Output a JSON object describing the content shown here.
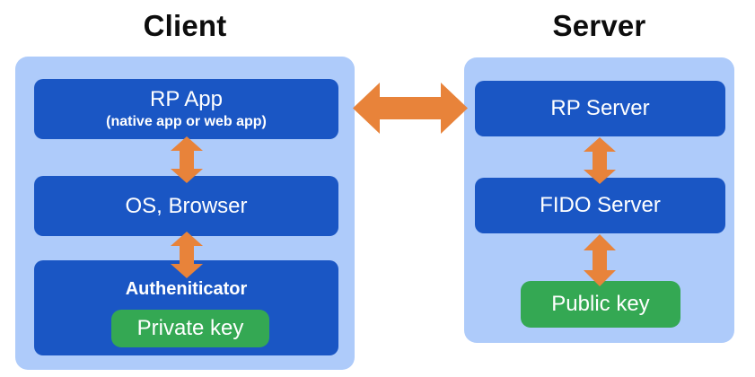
{
  "diagram": {
    "title_client": "Client",
    "title_server": "Server",
    "colors": {
      "panel": "#aecbfa",
      "box": "#1a56c4",
      "key_chip": "#34a853",
      "arrow": "#e8833a",
      "title_text": "#0d0d0d",
      "box_text": "#ffffff",
      "background": "#ffffff"
    }
  },
  "client": {
    "panel_label": "Client",
    "boxes": [
      {
        "title": "RP App",
        "subtitle": "(native app or web app)"
      },
      {
        "title": "OS, Browser",
        "subtitle": ""
      },
      {
        "title": "Autheniticator",
        "subtitle": ""
      }
    ],
    "key_chip": "Private key"
  },
  "server": {
    "panel_label": "Server",
    "boxes": [
      {
        "title": "RP Server",
        "subtitle": ""
      },
      {
        "title": "FIDO Server",
        "subtitle": ""
      }
    ],
    "key_chip": "Public key"
  },
  "arrows": [
    {
      "name": "client-server",
      "direction": "bidirectional",
      "orientation": "horizontal",
      "from": "RP App",
      "to": "RP Server"
    },
    {
      "name": "rpapp-os",
      "direction": "bidirectional",
      "orientation": "vertical",
      "from": "RP App",
      "to": "OS, Browser"
    },
    {
      "name": "os-authenticator",
      "direction": "bidirectional",
      "orientation": "vertical",
      "from": "OS, Browser",
      "to": "Autheniticator"
    },
    {
      "name": "rpserver-fidoserver",
      "direction": "bidirectional",
      "orientation": "vertical",
      "from": "RP Server",
      "to": "FIDO Server"
    },
    {
      "name": "fidoserver-publickey",
      "direction": "bidirectional",
      "orientation": "vertical",
      "from": "FIDO Server",
      "to": "Public key"
    }
  ]
}
